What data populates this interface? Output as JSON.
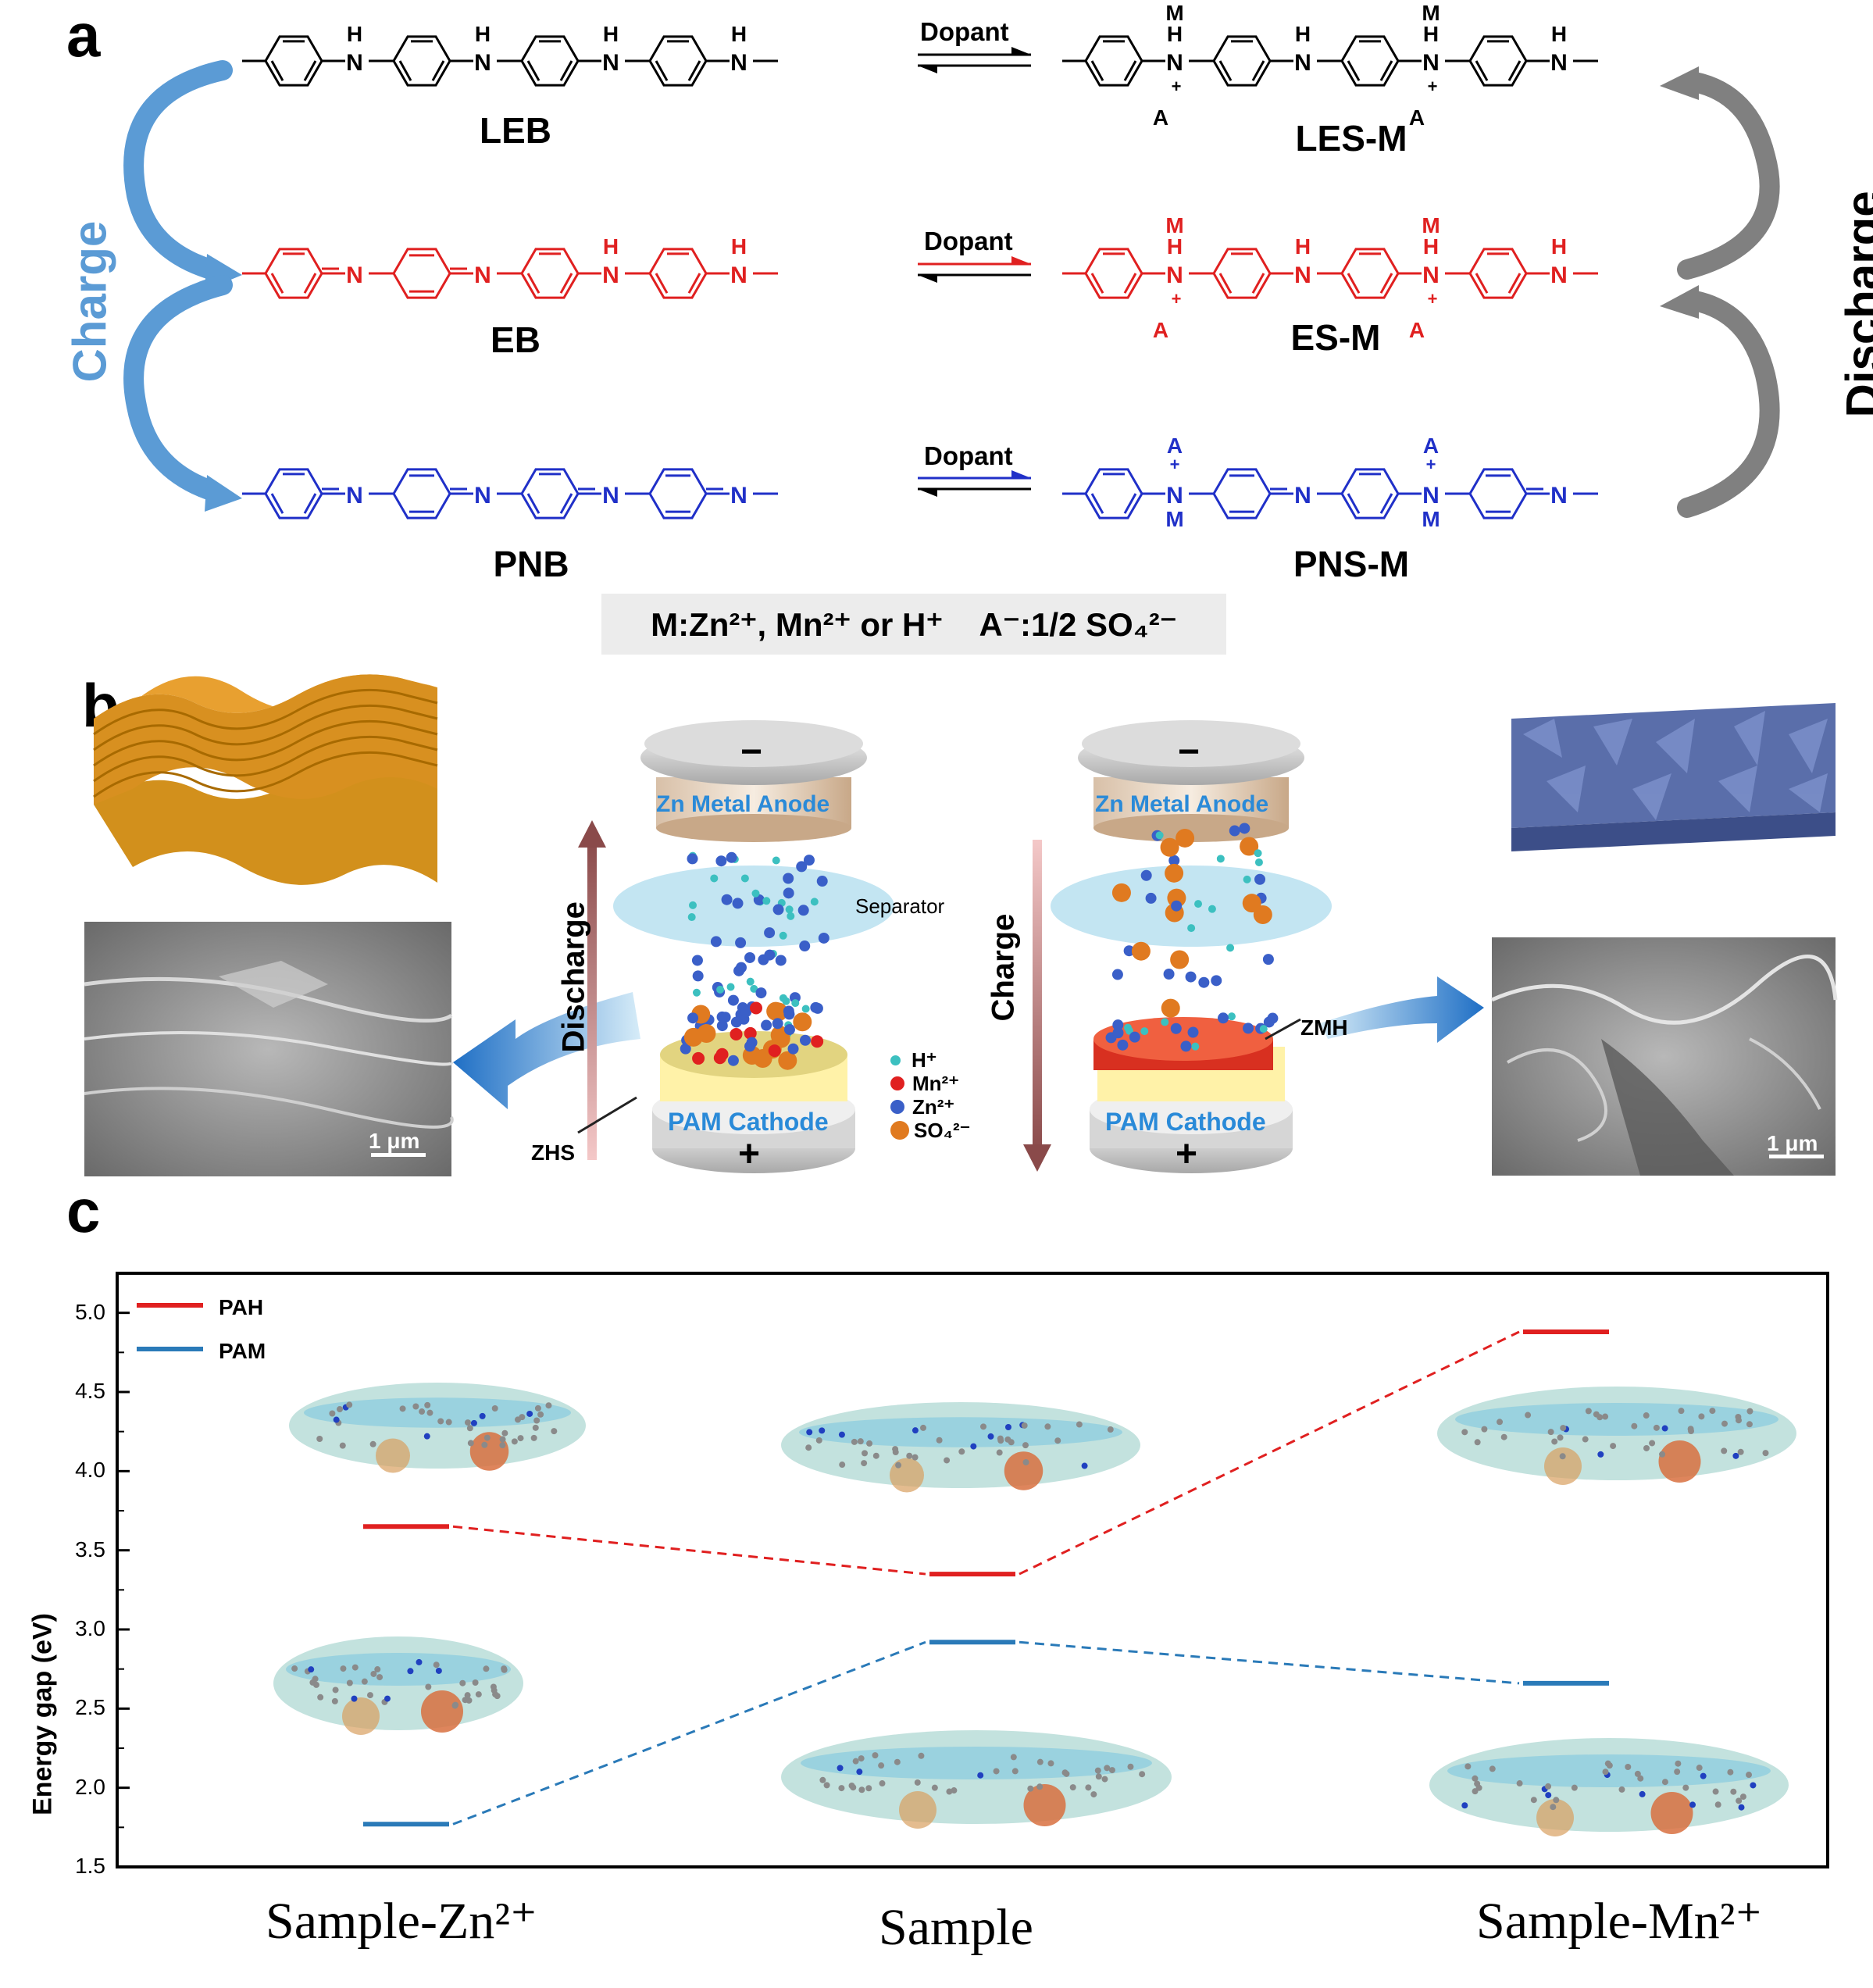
{
  "panel_a": {
    "letter": "a",
    "charge_label": "Charge",
    "discharge_label": "Discharge",
    "dopant_label": "Dopant",
    "rows": [
      {
        "left": "LEB",
        "right": "LES-M",
        "color": "#000000"
      },
      {
        "left": "EB",
        "right": "ES-M",
        "color": "#e02020"
      },
      {
        "left": "PNB",
        "right": "PNS-M",
        "color": "#2030c8"
      }
    ],
    "atoms": {
      "nh": "H",
      "n": "N",
      "m": "M",
      "a": "A"
    },
    "legend_m": "M:Zn²⁺, Mn²⁺ or H⁺",
    "legend_a": "A⁻:1/2 SO₄²⁻"
  },
  "panel_b": {
    "letter": "b",
    "anode": "Zn Metal Anode",
    "cathode": "PAM Cathode",
    "separator": "Separator",
    "discharge": "Discharge",
    "charge": "Charge",
    "zhs": "ZHS",
    "zmh": "ZMH",
    "scale": "1 μm",
    "minus": "−",
    "plus": "+",
    "ions": [
      {
        "label": "H⁺",
        "color": "#3cc0c0"
      },
      {
        "label": "Mn²⁺",
        "color": "#e02020"
      },
      {
        "label": "Zn²⁺",
        "color": "#3a5fc8"
      },
      {
        "label": "SO₄²⁻",
        "color": "#e07a20"
      }
    ]
  },
  "panel_c": {
    "letter": "c",
    "ylabel": "Energy gap (eV)",
    "legend": [
      {
        "name": "PAH",
        "color": "#e02020"
      },
      {
        "name": "PAM",
        "color": "#2a7ab8"
      }
    ]
  },
  "chart_data": {
    "type": "scatter",
    "categories": [
      "Sample-Zn²⁺",
      "Sample",
      "Sample-Mn²⁺"
    ],
    "series": [
      {
        "name": "PAH",
        "values": [
          3.65,
          3.35,
          4.88
        ],
        "color": "#e02020"
      },
      {
        "name": "PAM",
        "values": [
          1.77,
          2.92,
          2.66
        ],
        "color": "#2a7ab8"
      }
    ],
    "ylabel": "Energy gap (eV)",
    "ylim": [
      1.5,
      5.25
    ],
    "yticks": [
      "1.5",
      "2.0",
      "2.5",
      "3.0",
      "3.5",
      "4.0",
      "4.5",
      "5.0"
    ],
    "legend_position": "top-left",
    "grid": false
  }
}
